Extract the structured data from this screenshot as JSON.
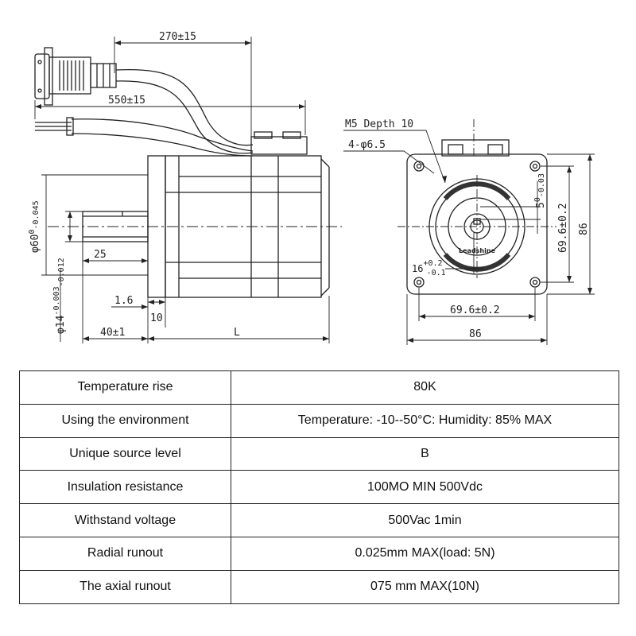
{
  "drawing": {
    "side_view": {
      "cable1_length": "270±15",
      "cable2_length": "550±15",
      "flange_dia": "φ60",
      "flange_dia_tol_upper": "0",
      "flange_dia_tol_lower": "-0.045",
      "shaft_length": "25",
      "shaft_dia": "φ14",
      "shaft_dia_tol_upper": "-0.003",
      "shaft_dia_tol_lower": "-0.012",
      "step": "1.6",
      "flange_thickness": "10",
      "shaft_total": "40±1",
      "body_length": "L"
    },
    "front_view": {
      "thread_note": "M5 Depth 10",
      "holes_note": "4-φ6.5",
      "key_width": "5",
      "key_width_tol_upper": "0",
      "key_width_tol_lower": "-0.03",
      "key_height": "16",
      "key_height_tol_upper": "+0.2",
      "key_height_tol_lower": "-0.1",
      "hole_spacing_v": "69.6±0.2",
      "hole_spacing_h": "69.6±0.2",
      "square_v": "86",
      "square_h": "86",
      "logo_text": "Leadshine"
    }
  },
  "table": {
    "rows": [
      {
        "label": "Temperature rise",
        "value": "80K"
      },
      {
        "label": "Using the environment",
        "value": "Temperature: -10--50°C: Humidity: 85% MAX"
      },
      {
        "label": "Unique source level",
        "value": "B"
      },
      {
        "label": "Insulation resistance",
        "value": "100MO MIN 500Vdc"
      },
      {
        "label": "Withstand voltage",
        "value": "500Vac 1min"
      },
      {
        "label": "Radial runout",
        "value": "0.025mm MAX(load: 5N)"
      },
      {
        "label": "The axial runout",
        "value": "075 mm MAX(10N)"
      }
    ]
  }
}
